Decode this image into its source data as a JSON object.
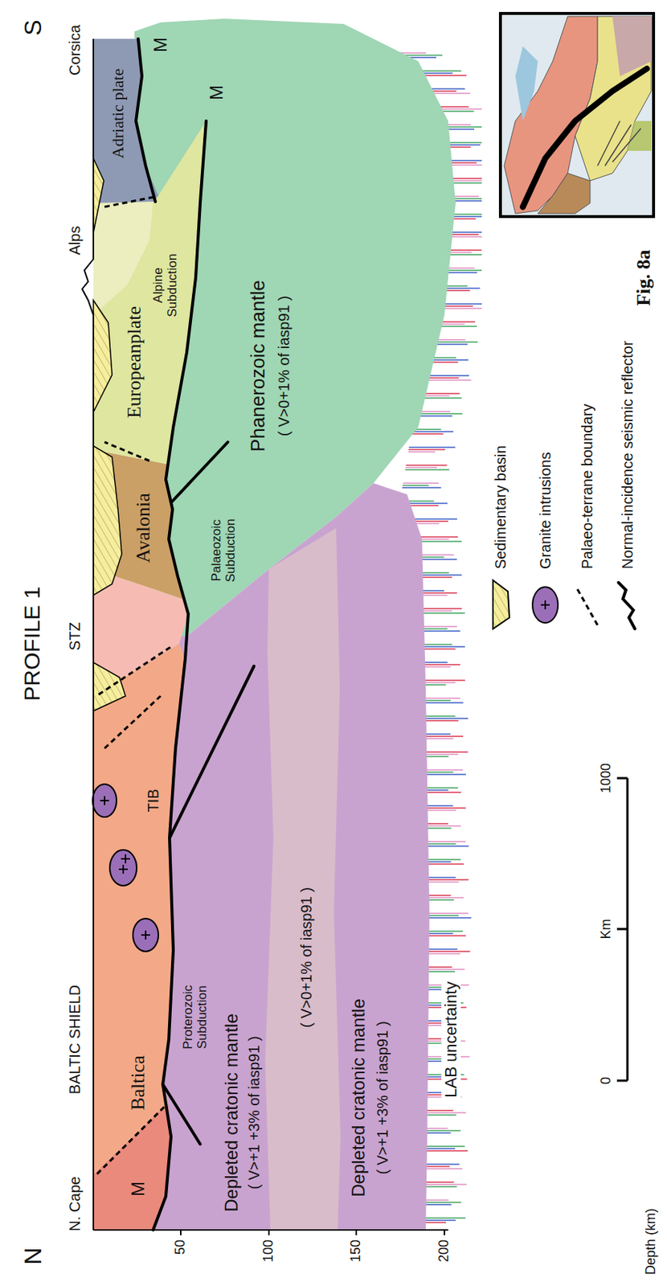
{
  "diagram": {
    "title": "PROFILE 1",
    "caption": "Fig. 8a",
    "labels": [
      "N",
      "S",
      "N. Cape",
      "BALTIC SHIELD",
      "STZ",
      "Alps",
      "Corsica",
      "M",
      "Baltica",
      "TIB",
      "Proterozoic Subduction",
      "Avalonia",
      "Palaeozoic Subduction",
      "Europeanplate",
      "Alpine Subduction",
      "Adriatic plate",
      "M",
      "M",
      "Depleted cratonic mantle",
      "( V>+1 +3% of iasp91 )",
      "( V>0+1% of iasp91 )",
      "Depleted cratonic mantle",
      "( V>+1 +3% of iasp91 )",
      "Phanerozoic mantle",
      "( V>0+1% of iasp91 )",
      "LAB uncertainty",
      "50",
      "100",
      "150",
      "200",
      "Depth (km)",
      "0",
      "Km",
      "1000"
    ],
    "legend": [
      {
        "text": "Sedimentary basin"
      },
      {
        "text": "Granite intrusions"
      },
      {
        "text": "Palaeo-terrane boundary"
      },
      {
        "text": "Normal-incidence seismic reflector"
      }
    ]
  }
}
